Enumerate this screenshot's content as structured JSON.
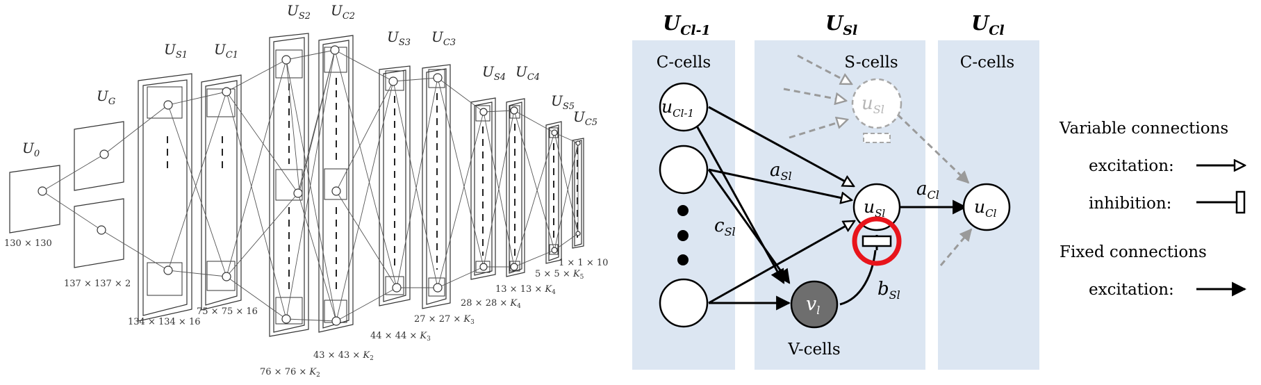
{
  "left": {
    "layer_labels": {
      "u0": {
        "base": "U",
        "sub": "0"
      },
      "ug": {
        "base": "U",
        "sub": "G"
      },
      "us1": {
        "base": "U",
        "sub": "S1"
      },
      "uc1": {
        "base": "U",
        "sub": "C1"
      },
      "us2": {
        "base": "U",
        "sub": "S2"
      },
      "uc2": {
        "base": "U",
        "sub": "C2"
      },
      "us3": {
        "base": "U",
        "sub": "S3"
      },
      "uc3": {
        "base": "U",
        "sub": "C3"
      },
      "us4": {
        "base": "U",
        "sub": "S4"
      },
      "uc4": {
        "base": "U",
        "sub": "C4"
      },
      "us5": {
        "base": "U",
        "sub": "S5"
      },
      "uc5": {
        "base": "U",
        "sub": "C5"
      }
    },
    "sizes": {
      "u0": "130 × 130",
      "ug": "137 × 137 × 2",
      "us1": "134 × 134 × 16",
      "uc1": "75 × 75 × 16",
      "us2": {
        "text": "76 × 76 × ",
        "k": "K",
        "ksub": "2"
      },
      "uc2": {
        "text": "43 × 43 × ",
        "k": "K",
        "ksub": "2"
      },
      "us3": {
        "text": "44 × 44 × ",
        "k": "K",
        "ksub": "3"
      },
      "uc3": {
        "text": "27 × 27 × ",
        "k": "K",
        "ksub": "3"
      },
      "us4": {
        "text": "28 × 28 × ",
        "k": "K",
        "ksub": "4"
      },
      "uc4": {
        "text": "13 × 13 × ",
        "k": "K",
        "ksub": "4"
      },
      "us5": {
        "text": "5 × 5 × ",
        "k": "K",
        "ksub": "5"
      },
      "uc5": "1 × 1 × 10"
    }
  },
  "right": {
    "headers": {
      "cl1": {
        "base": "U",
        "sub": "Cl-1"
      },
      "sl": {
        "base": "U",
        "sub": "Sl"
      },
      "cl": {
        "base": "U",
        "sub": "Cl"
      }
    },
    "panel_titles": {
      "c_cells_left": "C-cells",
      "s_cells": "S-cells",
      "c_cells_right": "C-cells",
      "v_cells": "V-cells"
    },
    "nodes": {
      "u_cl1": {
        "base": "u",
        "sub": "Cl-1"
      },
      "u_sl_ghost": {
        "base": "u",
        "sub": "Sl"
      },
      "u_sl": {
        "base": "u",
        "sub": "Sl"
      },
      "u_cl": {
        "base": "u",
        "sub": "Cl"
      },
      "v_l": {
        "base": "v",
        "sub": "l"
      }
    },
    "edge_labels": {
      "a_sl": {
        "base": "a",
        "sub": "Sl"
      },
      "c_sl": {
        "base": "c",
        "sub": "Sl"
      },
      "a_cl": {
        "base": "a",
        "sub": "Cl"
      },
      "b_sl": {
        "base": "b",
        "sub": "Sl"
      }
    },
    "legend": {
      "variable_title": "Variable connections",
      "excitation_label": "excitation:",
      "inhibition_label": "inhibition:",
      "fixed_title": "Fixed connections",
      "fixed_excitation_label": "excitation:"
    },
    "colors": {
      "panel": "#dce6f2",
      "ghost": "#a6a6a6",
      "v_cell": "#6e6e6e",
      "highlight": "#e8141b"
    }
  }
}
